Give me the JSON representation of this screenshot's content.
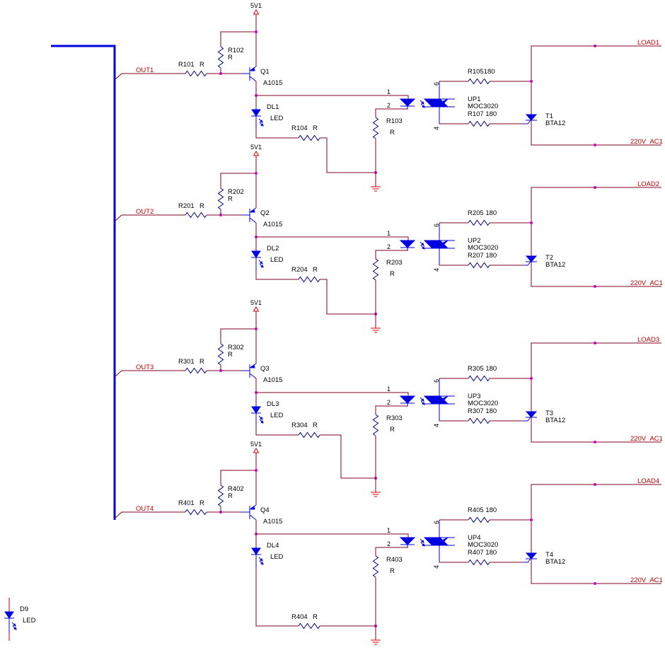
{
  "diagram": {
    "type": "schematic",
    "title": "4-channel triac AC load driver",
    "colors": {
      "wire": "#800020",
      "bus": "#0000e0",
      "component": "#0000e0",
      "junction": "#d000d0",
      "net_label": "#c00000",
      "power": "#e00000"
    },
    "standalone": {
      "ref": "D9",
      "value": "LED"
    },
    "channels": [
      {
        "net_in": "OUT1",
        "power": "5V1",
        "r_base": {
          "ref": "R101",
          "value": "R"
        },
        "r_pull": {
          "ref": "R102",
          "value": "R"
        },
        "transistor": {
          "ref": "Q1",
          "value": "A1015"
        },
        "led": {
          "ref": "DL1",
          "value": "LED"
        },
        "r_led": {
          "ref": "R104",
          "value": "R"
        },
        "r_opto": {
          "ref": "R103",
          "value": "R"
        },
        "opto": {
          "ref": "UP1",
          "value": "MOC3020",
          "pins": [
            "1",
            "2",
            "6",
            "4"
          ]
        },
        "r_gate_top": {
          "ref": "R105",
          "value": "180",
          "label": "R105180"
        },
        "r_gate_bot": {
          "ref": "R107",
          "value": "180",
          "label": "R107   180"
        },
        "triac": {
          "ref": "T1",
          "value": "BTA12"
        },
        "net_load": "LOAD1",
        "net_ac": "220V_AC1"
      },
      {
        "net_in": "OUT2",
        "power": "5V1",
        "r_base": {
          "ref": "R201",
          "value": "R"
        },
        "r_pull": {
          "ref": "R202",
          "value": "R"
        },
        "transistor": {
          "ref": "Q2",
          "value": "A1015"
        },
        "led": {
          "ref": "DL2",
          "value": "LED"
        },
        "r_led": {
          "ref": "R204",
          "value": "R"
        },
        "r_opto": {
          "ref": "R203",
          "value": "R"
        },
        "opto": {
          "ref": "UP2",
          "value": "MOC3020",
          "pins": [
            "1",
            "2",
            "6",
            "4"
          ]
        },
        "r_gate_top": {
          "ref": "R205",
          "value": "180",
          "label": "R205   180"
        },
        "r_gate_bot": {
          "ref": "R207",
          "value": "180",
          "label": "R207   180"
        },
        "triac": {
          "ref": "T2",
          "value": "BTA12"
        },
        "net_load": "LOAD2",
        "net_ac": "220V_AC1"
      },
      {
        "net_in": "OUT3",
        "power": "5V1",
        "r_base": {
          "ref": "R301",
          "value": "R"
        },
        "r_pull": {
          "ref": "R302",
          "value": "R"
        },
        "transistor": {
          "ref": "Q3",
          "value": "A1015"
        },
        "led": {
          "ref": "DL3",
          "value": "LED"
        },
        "r_led": {
          "ref": "R304",
          "value": "R"
        },
        "r_opto": {
          "ref": "R303",
          "value": "R"
        },
        "opto": {
          "ref": "UP3",
          "value": "MOC3020",
          "pins": [
            "1",
            "2",
            "6",
            "4"
          ]
        },
        "r_gate_top": {
          "ref": "R305",
          "value": "180",
          "label": "R305   180"
        },
        "r_gate_bot": {
          "ref": "R307",
          "value": "180",
          "label": "R307   180"
        },
        "triac": {
          "ref": "T3",
          "value": "BTA12"
        },
        "net_load": "LOAD3",
        "net_ac": "220V_AC1"
      },
      {
        "net_in": "OUT4",
        "power": "5V1",
        "r_base": {
          "ref": "R401",
          "value": "R"
        },
        "r_pull": {
          "ref": "R402",
          "value": "R"
        },
        "transistor": {
          "ref": "Q4",
          "value": "A1015"
        },
        "led": {
          "ref": "DL4",
          "value": "LED"
        },
        "r_led": {
          "ref": "R404",
          "value": "R"
        },
        "r_opto": {
          "ref": "R403",
          "value": "R"
        },
        "opto": {
          "ref": "UP4",
          "value": "MOC3020",
          "pins": [
            "1",
            "2",
            "6",
            "4"
          ]
        },
        "r_gate_top": {
          "ref": "R405",
          "value": "180",
          "label": "R405   180"
        },
        "r_gate_bot": {
          "ref": "R407",
          "value": "180",
          "label": "R407   180"
        },
        "triac": {
          "ref": "T4",
          "value": "BTA12"
        },
        "net_load": "LOAD4",
        "net_ac": "220V_AC1"
      }
    ]
  }
}
